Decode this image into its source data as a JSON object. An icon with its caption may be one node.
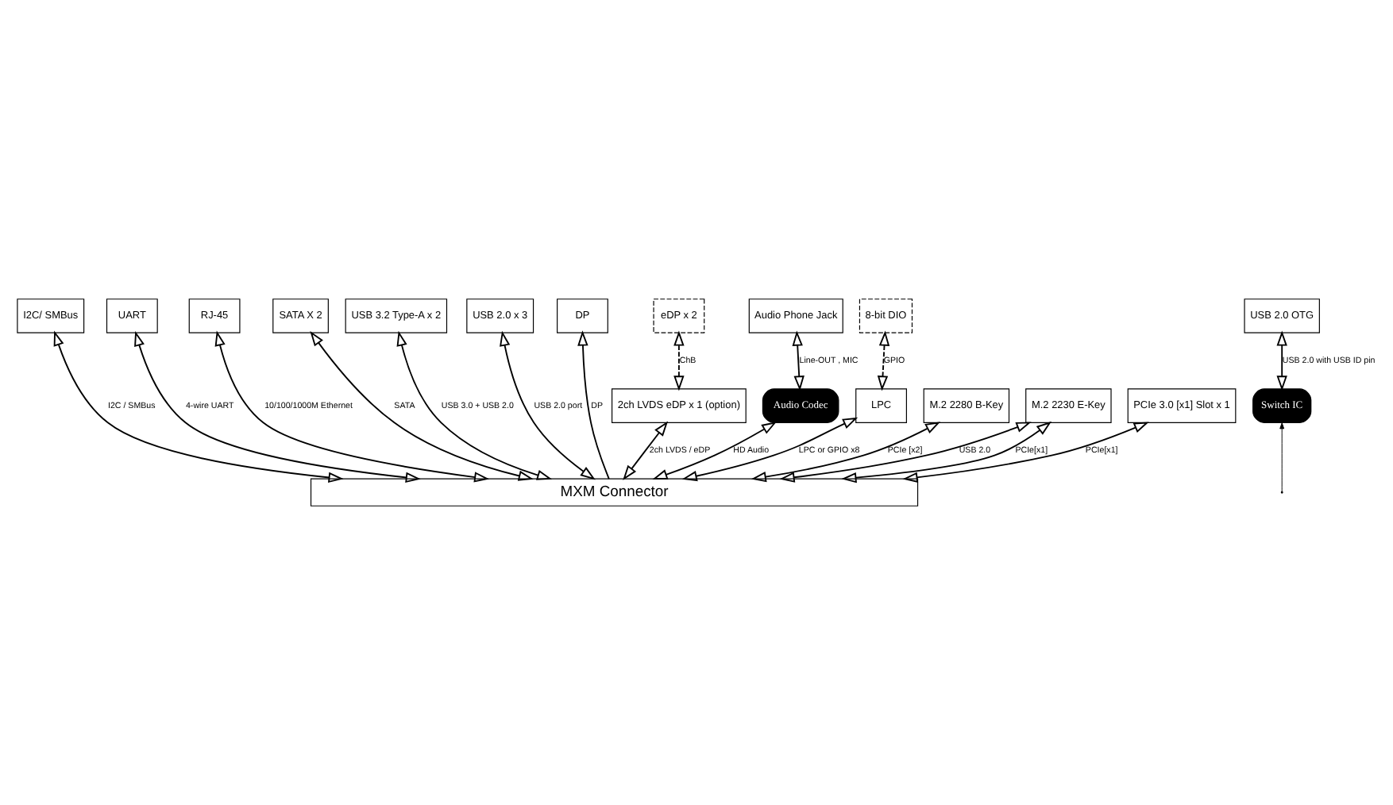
{
  "diagram": {
    "nodes": [
      {
        "text": [
          "I2C/ SMBus"
        ]
      },
      {
        "text": [
          "UART"
        ]
      },
      {
        "text": [
          "RJ-45"
        ]
      },
      {
        "text": [
          "SATA X 2"
        ]
      },
      {
        "text": [
          "Audio Phone Jack"
        ]
      },
      {
        "text": [
          "USB 3.2 Type-A x 2"
        ]
      },
      {
        "text": [
          "USB 2.0 x 3"
        ]
      },
      {
        "text": [
          "USB 2.0 OTG"
        ]
      },
      {
        "text": [
          "DP"
        ]
      },
      {
        "text": [
          "eDP x 2"
        ]
      },
      {
        "text": [
          "8-bit DIO"
        ]
      },
      {
        "text": [
          "2ch LVDS eDP x 1 (option)"
        ]
      },
      {
        "text": [
          "Audio Codec"
        ]
      },
      {
        "text": [
          "Switch IC"
        ]
      },
      {
        "text": [
          "LPC"
        ]
      },
      {
        "text": [
          "M.2 2280 B-Key"
        ]
      },
      {
        "text": [
          "M.2 2230 E-Key"
        ]
      },
      {
        "text": [
          "PCIe 3.0 [x1] Slot x 1"
        ]
      },
      {
        "text": [
          "MXM Connector"
        ]
      }
    ],
    "edges": [
      {
        "from": 18,
        "to": 0,
        "arrow": "both",
        "label": "I2C / SMBus"
      },
      {
        "from": 18,
        "to": 1,
        "arrow": "both",
        "label": "4-wire UART"
      },
      {
        "from": 18,
        "to": 2,
        "arrow": "both",
        "label": "10/100/1000M Ethernet"
      },
      {
        "from": 18,
        "to": 3,
        "arrow": "both",
        "label": "SATA"
      },
      {
        "from": 12,
        "to": 4,
        "arrow": "both",
        "label": "Line-OUT , MIC"
      },
      {
        "from": 18,
        "to": 12,
        "arrow": "both",
        "label": "HD Audio"
      },
      {
        "from": 18,
        "to": 5,
        "arrow": "both",
        "label": "USB 3.0 + USB 2.0"
      },
      {
        "from": 18,
        "to": 6,
        "arrow": "both",
        "label": "USB 2.0 port"
      },
      {
        "from": 13,
        "to": 7,
        "arrow": "both",
        "label": "USB 2.0 with USB ID pin"
      },
      {
        "from": null,
        "to": 13,
        "arrow": "to"
      },
      {
        "from": 11,
        "to": 9,
        "arrow": "both",
        "label": "ChB",
        "style": "dashed"
      },
      {
        "from": 18,
        "to": 11,
        "arrow": "both",
        "label": "2ch LVDS / eDP"
      },
      {
        "from": 18,
        "to": 8,
        "arrow": "to",
        "label": "DP"
      },
      {
        "from": 14,
        "to": 10,
        "arrow": "both",
        "label": "GPIO",
        "style": "dashed"
      },
      {
        "from": 18,
        "to": 14,
        "arrow": "both",
        "label": "LPC or GPIO x8"
      },
      {
        "from": 18,
        "to": 15,
        "arrow": "both",
        "label": "PCIe [x2]"
      },
      {
        "from": 18,
        "to": 16,
        "arrow": "both",
        "label": "USB 2.0"
      },
      {
        "from": 18,
        "to": 16,
        "arrow": "both",
        "label": "PCIe[x1]"
      },
      {
        "from": 18,
        "to": 17,
        "arrow": "both",
        "label": "PCIe[x1]"
      }
    ]
  }
}
